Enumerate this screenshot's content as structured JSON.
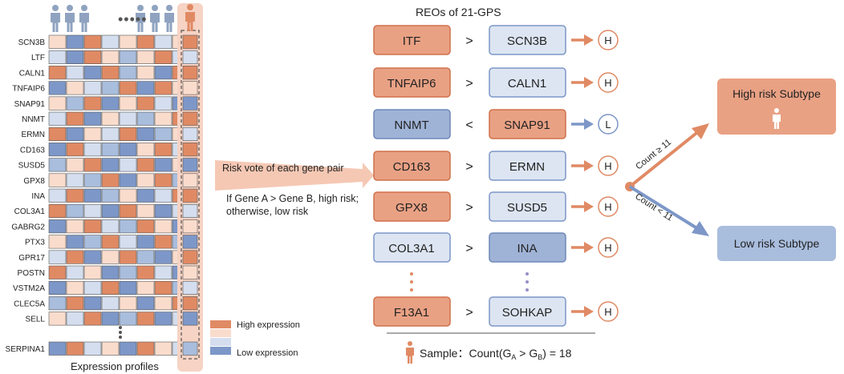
{
  "colors": {
    "orange_dark": "#E08A64",
    "orange_mid": "#F2B69C",
    "orange_light": "#FADCCD",
    "blue_light": "#D4DEEE",
    "blue_mid": "#A9BDDD",
    "blue_dark": "#7D97C8",
    "highlight_band": "#F6D3C4",
    "pair_orange_fill": "#E9A184",
    "pair_blue_fill": "#9FB3D6",
    "pair_lightblue_fill": "#DDE5F2"
  },
  "heatmap": {
    "genes": [
      "SCN3B",
      "LTF",
      "CALN1",
      "TNFAIP6",
      "SNAP91",
      "NNMT",
      "ERMN",
      "CD163",
      "SUSD5",
      "GPX8",
      "INA",
      "COL3A1",
      "GABRG2",
      "PTX3",
      "GPR17",
      "POSTN",
      "VSTM2A",
      "CLEC5A",
      "SELL",
      "SERPINA1"
    ],
    "levels": [
      [
        3,
        0,
        4,
        1,
        3,
        4,
        1,
        3
      ],
      [
        1,
        0,
        4,
        3,
        2,
        3,
        4,
        1
      ],
      [
        4,
        1,
        0,
        4,
        2,
        3,
        0,
        4
      ],
      [
        0,
        3,
        1,
        2,
        4,
        0,
        4,
        3
      ],
      [
        3,
        2,
        4,
        0,
        3,
        4,
        1,
        0
      ],
      [
        1,
        4,
        0,
        3,
        1,
        2,
        3,
        4
      ],
      [
        4,
        0,
        3,
        1,
        4,
        0,
        2,
        3
      ],
      [
        0,
        4,
        1,
        2,
        0,
        3,
        4,
        1
      ],
      [
        2,
        3,
        4,
        0,
        1,
        4,
        0,
        3
      ],
      [
        3,
        1,
        2,
        4,
        0,
        3,
        4,
        2
      ],
      [
        1,
        4,
        0,
        2,
        3,
        0,
        1,
        4
      ],
      [
        4,
        2,
        1,
        0,
        4,
        3,
        0,
        1
      ],
      [
        0,
        3,
        4,
        1,
        2,
        4,
        3,
        0
      ],
      [
        3,
        0,
        2,
        4,
        1,
        0,
        4,
        2
      ],
      [
        1,
        4,
        0,
        3,
        4,
        2,
        0,
        3
      ],
      [
        4,
        1,
        3,
        0,
        2,
        4,
        1,
        0
      ],
      [
        0,
        3,
        1,
        4,
        0,
        3,
        4,
        2
      ],
      [
        2,
        4,
        0,
        1,
        3,
        0,
        3,
        4
      ],
      [
        3,
        1,
        4,
        0,
        2,
        4,
        0,
        1
      ],
      [
        0,
        4,
        1,
        3,
        0,
        4,
        3,
        1
      ]
    ],
    "sample_column": [
      4,
      1,
      4,
      3,
      0,
      4,
      1,
      4,
      0,
      3,
      4,
      1,
      3,
      0,
      4,
      3,
      1,
      4,
      0,
      2
    ],
    "caption": "Expression profiles",
    "dots": "•••••"
  },
  "legend": {
    "high": "High expression",
    "low": "Low expression",
    "levels": [
      4,
      3,
      1,
      0
    ]
  },
  "middle": {
    "line1": "Risk vote of each gene pair",
    "line2": "If Gene A > Gene B, high risk;",
    "line3": "otherwise, low risk"
  },
  "reos": {
    "title": "REOs of 21-GPS",
    "pairs": [
      {
        "a": "ITF",
        "a_color": "orange",
        "op": ">",
        "b": "SCN3B",
        "b_color": "lightblue",
        "vote": "H"
      },
      {
        "a": "TNFAIP6",
        "a_color": "orange",
        "op": ">",
        "b": "CALN1",
        "b_color": "lightblue",
        "vote": "H"
      },
      {
        "a": "NNMT",
        "a_color": "blue",
        "op": "<",
        "b": "SNAP91",
        "b_color": "orange",
        "vote": "L"
      },
      {
        "a": "CD163",
        "a_color": "orange",
        "op": ">",
        "b": "ERMN",
        "b_color": "lightblue",
        "vote": "H"
      },
      {
        "a": "GPX8",
        "a_color": "orange",
        "op": ">",
        "b": "SUSD5",
        "b_color": "lightblue",
        "vote": "H"
      },
      {
        "a": "COL3A1",
        "a_color": "lightblue",
        "op": ">",
        "b": "INA",
        "b_color": "blue",
        "vote": "H"
      },
      {
        "a": "F13A1",
        "a_color": "orange",
        "op": ">",
        "b": "SOHKAP",
        "b_color": "lightblue",
        "vote": "H"
      }
    ],
    "sample_label": "Sample：",
    "count_prefix": "Count(G",
    "sub_a": "A",
    "count_mid": " > G",
    "sub_b": "B",
    "count_suffix": ") = 18"
  },
  "outcome": {
    "high_subtype": "High risk Subtype",
    "low_subtype": "Low risk Subtype",
    "count_high": "Count ≥ 11",
    "count_low": "Count < 11"
  }
}
